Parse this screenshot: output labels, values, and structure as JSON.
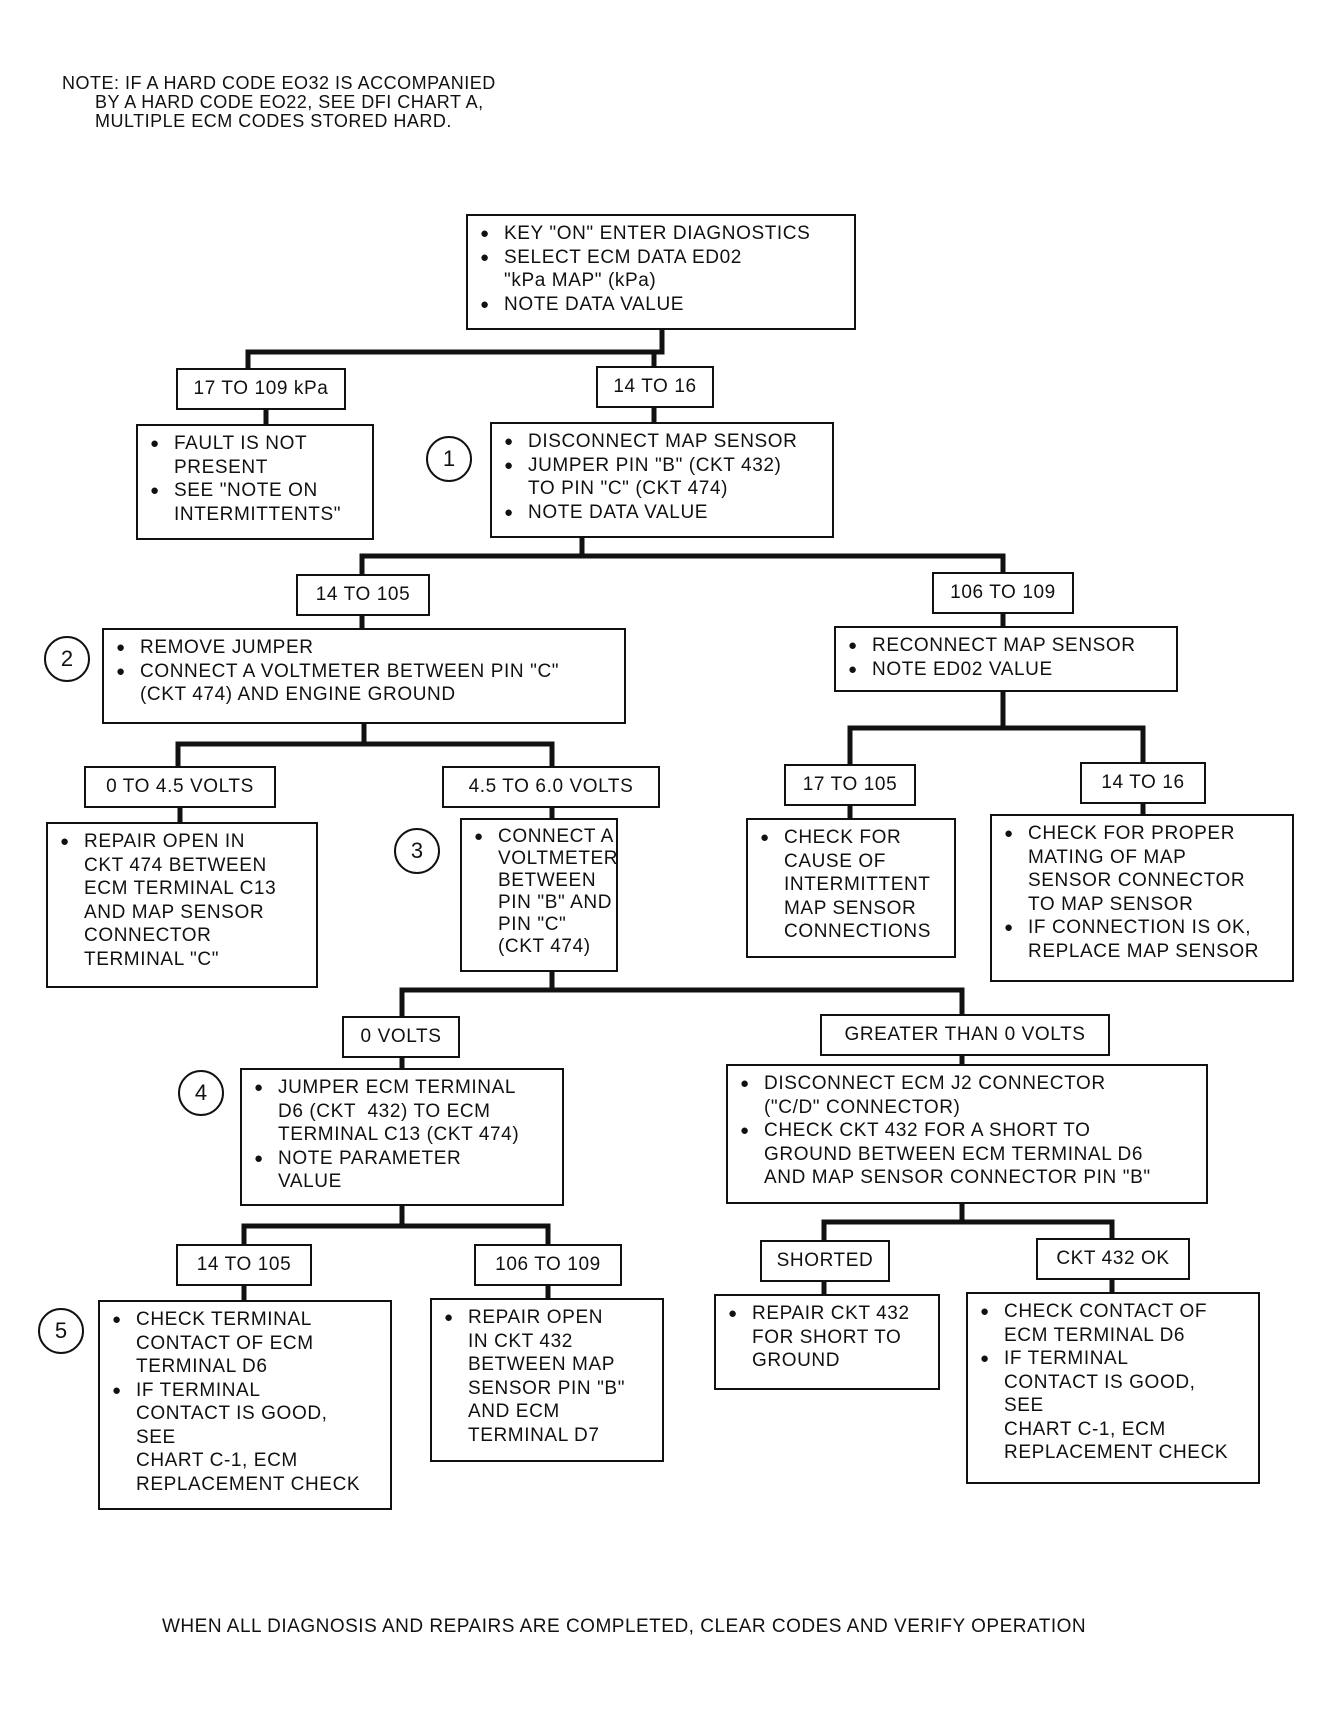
{
  "note": "NOTE: IF A HARD CODE EO32 IS ACCOMPANIED\n      BY A HARD CODE EO22, SEE DFI CHART A,\n      MULTIPLE ECM CODES STORED HARD.",
  "steps": [
    "1",
    "2",
    "3",
    "4",
    "5"
  ],
  "boxes": {
    "start": [
      "KEY \"ON\" ENTER DIAGNOSTICS",
      "SELECT ECM DATA ED02\n\"kPa MAP\" (kPa)",
      "NOTE DATA VALUE"
    ],
    "fault_not_present": [
      "FAULT IS NOT\nPRESENT",
      "SEE \"NOTE ON\nINTERMITTENTS\""
    ],
    "disconnect_map": [
      "DISCONNECT MAP SENSOR",
      "JUMPER PIN \"B\" (CKT 432)\nTO PIN \"C\" (CKT 474)",
      "NOTE DATA VALUE"
    ],
    "remove_jumper": [
      "REMOVE JUMPER",
      "CONNECT A VOLTMETER BETWEEN PIN \"C\"\n(CKT 474) AND ENGINE GROUND"
    ],
    "reconnect_map": [
      "RECONNECT MAP SENSOR",
      "NOTE ED02 VALUE"
    ],
    "repair_open_474": [
      "REPAIR OPEN IN\nCKT 474 BETWEEN\nECM TERMINAL C13\nAND MAP SENSOR\nCONNECTOR\nTERMINAL \"C\""
    ],
    "connect_voltmeter": [
      "CONNECT A\nVOLTMETER\nBETWEEN\nPIN \"B\" AND\nPIN \"C\"\n(CKT 474)"
    ],
    "check_intermittent": [
      "CHECK FOR\nCAUSE OF\nINTERMITTENT\nMAP SENSOR\nCONNECTIONS"
    ],
    "check_mating": [
      "CHECK FOR PROPER\nMATING OF MAP\nSENSOR CONNECTOR\nTO MAP SENSOR",
      "IF CONNECTION IS OK,\nREPLACE MAP SENSOR"
    ],
    "jumper_ecm": [
      "JUMPER ECM TERMINAL\nD6 (CKT  432) TO ECM\nTERMINAL C13 (CKT 474)",
      "NOTE PARAMETER\nVALUE"
    ],
    "disconnect_ecm": [
      "DISCONNECT ECM J2 CONNECTOR\n(\"C/D\" CONNECTOR)",
      "CHECK CKT 432 FOR A SHORT TO\nGROUND BETWEEN ECM TERMINAL D6\nAND MAP SENSOR CONNECTOR PIN \"B\""
    ],
    "check_terminal": [
      "CHECK TERMINAL\nCONTACT OF ECM\nTERMINAL D6",
      "IF TERMINAL\nCONTACT IS GOOD,\nSEE\nCHART C-1, ECM\nREPLACEMENT CHECK"
    ],
    "repair_open_432": [
      "REPAIR OPEN\nIN CKT 432\nBETWEEN MAP\nSENSOR PIN \"B\"\nAND ECM\nTERMINAL D7"
    ],
    "repair_short": [
      "REPAIR CKT 432\nFOR SHORT TO\nGROUND"
    ],
    "check_contact": [
      "CHECK CONTACT OF\nECM TERMINAL D6",
      "IF TERMINAL\nCONTACT IS GOOD,\nSEE\nCHART C-1, ECM\nREPLACEMENT CHECK"
    ]
  },
  "labels": {
    "l_17_109": "17 TO 109 kPa",
    "l_14_16_a": "14 TO 16",
    "l_14_105_a": "14 TO 105",
    "l_106_109_a": "106 TO 109",
    "l_0_45": "0 TO 4.5 VOLTS",
    "l_45_60": "4.5 TO 6.0 VOLTS",
    "l_17_105": "17 TO 105",
    "l_14_16_b": "14 TO 16",
    "l_0v": "0 VOLTS",
    "l_gt0": "GREATER THAN 0 VOLTS",
    "l_14_105_b": "14 TO 105",
    "l_106_109_b": "106 TO 109",
    "l_shorted": "SHORTED",
    "l_ckt_ok": "CKT 432 OK"
  },
  "footer": "WHEN ALL DIAGNOSIS AND REPAIRS ARE COMPLETED, CLEAR CODES AND VERIFY OPERATION"
}
